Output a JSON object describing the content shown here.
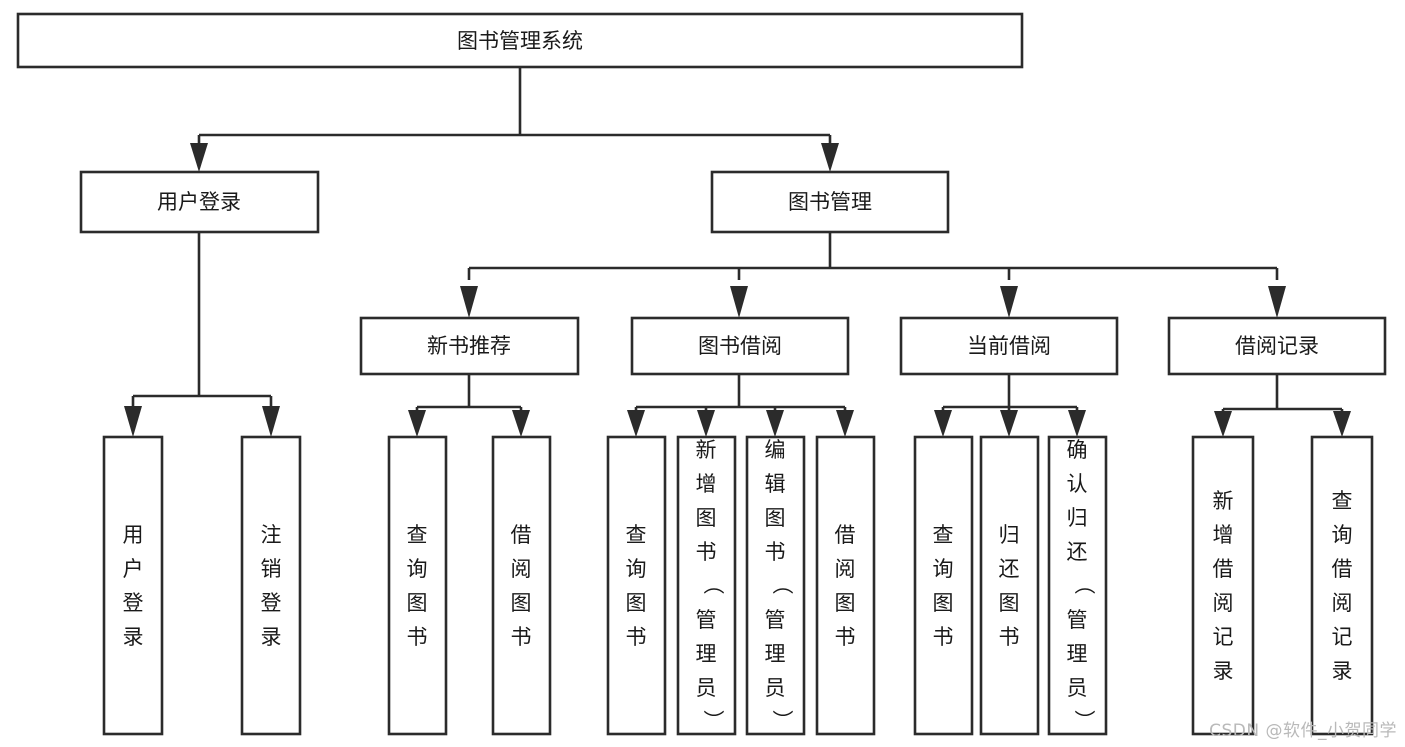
{
  "diagram": {
    "type": "tree-hierarchy-chart",
    "title": "图书管理系统",
    "background_color": "#ffffff",
    "line_color": "#2b2b2b",
    "text_color": "#1a1a1a",
    "root": {
      "id": "root",
      "label": "图书管理系统",
      "orientation": "horizontal"
    },
    "level2": [
      {
        "id": "user-login",
        "label": "用户登录",
        "orientation": "horizontal"
      },
      {
        "id": "book-management",
        "label": "图书管理",
        "orientation": "horizontal"
      }
    ],
    "level3": [
      {
        "id": "new-book-recommend",
        "label": "新书推荐",
        "orientation": "horizontal",
        "parent": "book-management"
      },
      {
        "id": "book-borrow",
        "label": "图书借阅",
        "orientation": "horizontal",
        "parent": "book-management"
      },
      {
        "id": "current-borrow",
        "label": "当前借阅",
        "orientation": "horizontal",
        "parent": "book-management"
      },
      {
        "id": "borrow-record",
        "label": "借阅记录",
        "orientation": "horizontal",
        "parent": "book-management"
      }
    ],
    "leaves": {
      "user_login": [
        {
          "id": "leaf-user-login",
          "label": "用户登录",
          "orientation": "vertical"
        },
        {
          "id": "leaf-user-logout",
          "label": "注销登录",
          "orientation": "vertical"
        }
      ],
      "new_book_recommend": [
        {
          "id": "leaf-query-book-1",
          "label": "查询图书",
          "orientation": "vertical"
        },
        {
          "id": "leaf-borrow-book-1",
          "label": "借阅图书",
          "orientation": "vertical"
        }
      ],
      "book_borrow": [
        {
          "id": "leaf-query-book-2",
          "label": "查询图书",
          "orientation": "vertical"
        },
        {
          "id": "leaf-add-book",
          "label": "新增图书（管理员）",
          "orientation": "vertical"
        },
        {
          "id": "leaf-edit-book",
          "label": "编辑图书（管理员）",
          "orientation": "vertical"
        },
        {
          "id": "leaf-borrow-book-2",
          "label": "借阅图书",
          "orientation": "vertical"
        }
      ],
      "current_borrow": [
        {
          "id": "leaf-query-book-3",
          "label": "查询图书",
          "orientation": "vertical"
        },
        {
          "id": "leaf-return-book",
          "label": "归还图书",
          "orientation": "vertical"
        },
        {
          "id": "leaf-confirm-return",
          "label": "确认归还（管理员）",
          "orientation": "vertical"
        }
      ],
      "borrow_record": [
        {
          "id": "leaf-add-record",
          "label": "新增借阅记录",
          "orientation": "vertical"
        },
        {
          "id": "leaf-query-record",
          "label": "查询借阅记录",
          "orientation": "vertical"
        }
      ]
    }
  },
  "watermark": {
    "text": "CSDN @软件_小贺同学"
  }
}
